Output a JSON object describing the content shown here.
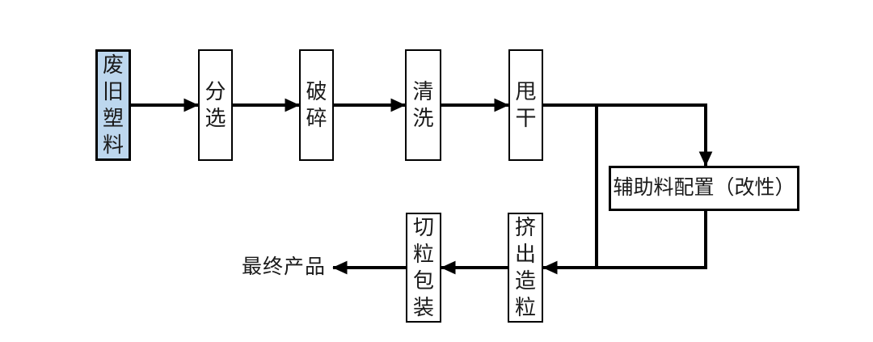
{
  "diagram": {
    "type": "flowchart",
    "subject": "waste-plastic-recycling-process",
    "nodes": {
      "waste_plastic": {
        "label": "废旧塑料"
      },
      "sorting": {
        "label": "分选"
      },
      "crushing": {
        "label": "破碎"
      },
      "washing": {
        "label": "清洗"
      },
      "spin_dry": {
        "label": "甩干"
      },
      "auxiliary": {
        "label": "辅助料配置（改性）"
      },
      "extrusion": {
        "label": "挤出造粒"
      },
      "cutting_packaging": {
        "label": "切粒包装"
      },
      "final_product": {
        "label": "最终产品"
      }
    },
    "colors": {
      "start_node_fill": "#BDD7EE",
      "node_fill": "#FFFFFF",
      "line": "#000000",
      "background": "#FFFFFF"
    }
  }
}
